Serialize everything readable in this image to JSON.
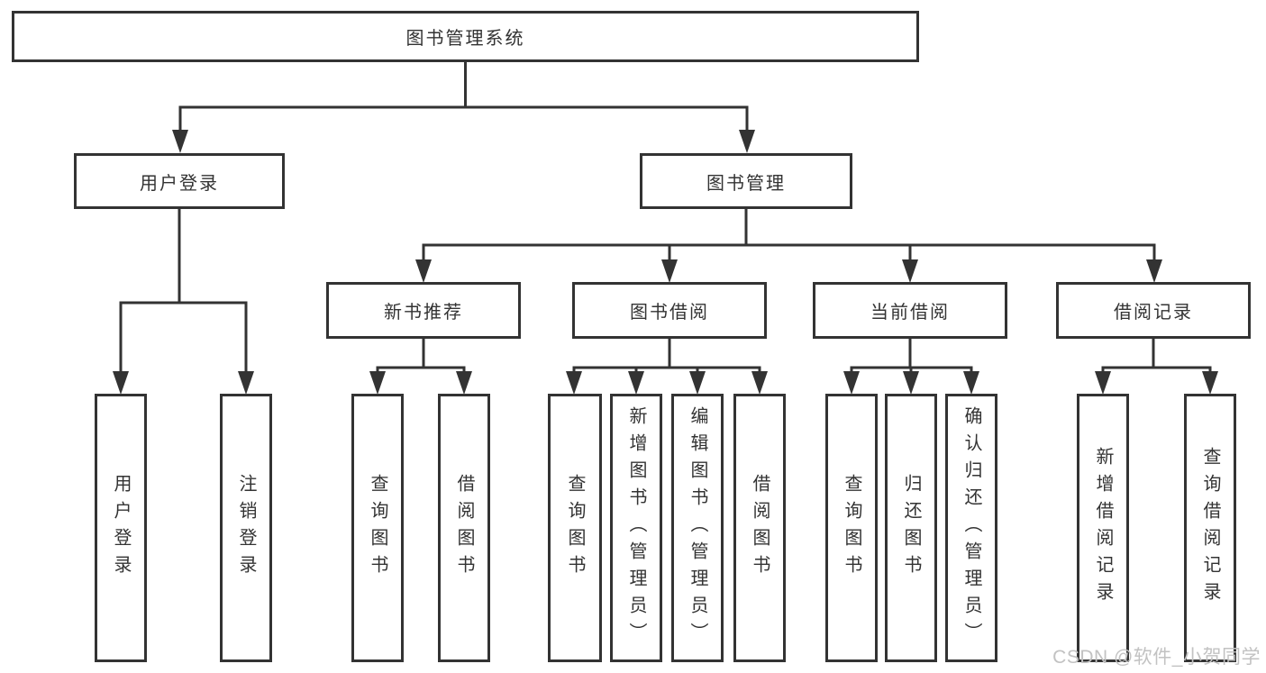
{
  "diagram": {
    "root_label": "图书管理系统",
    "branches": {
      "user_login": {
        "label": "用户登录",
        "children": [
          "用户登录",
          "注销登录"
        ]
      },
      "book_management": {
        "label": "图书管理",
        "sections": {
          "new_book_recommend": {
            "label": "新书推荐",
            "children": [
              "查询图书",
              "借阅图书"
            ]
          },
          "book_borrow": {
            "label": "图书借阅",
            "children": [
              "查询图书",
              "新增图书（管理员）",
              "编辑图书（管理员）",
              "借阅图书"
            ]
          },
          "current_borrow": {
            "label": "当前借阅",
            "children": [
              "查询图书",
              "归还图书",
              "确认归还（管理员）"
            ]
          },
          "borrow_records": {
            "label": "借阅记录",
            "children": [
              "新增借阅记录",
              "查询借阅记录"
            ]
          }
        }
      }
    }
  },
  "watermark": {
    "text": "CSDN @软件_小贺同学"
  },
  "colors": {
    "line": "#333333",
    "text": "#333333",
    "watermark": "#c2c2c2",
    "background": "#ffffff"
  }
}
